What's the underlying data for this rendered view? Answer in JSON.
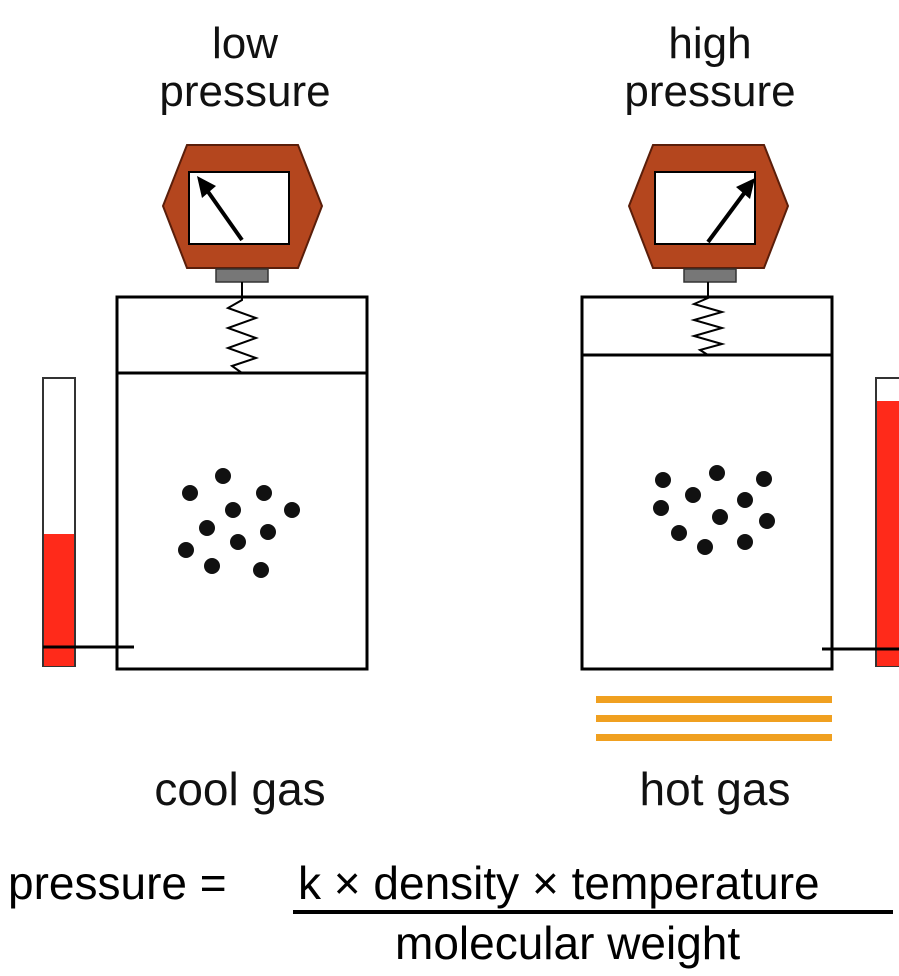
{
  "left": {
    "pressure_label": "low\npressure",
    "caption": "cool gas"
  },
  "right": {
    "pressure_label": "high\npressure",
    "caption": "hot gas"
  },
  "equation": {
    "lhs": "pressure =",
    "numerator": "k × density × temperature",
    "denominator": "molecular weight"
  },
  "colors": {
    "gauge_body": "#b4461e",
    "thermometer_fill": "#ff2a1a",
    "heat_lines": "#f0a020",
    "molecule": "#111111"
  },
  "thermometer_level": {
    "left": 0.46,
    "right": 0.92
  },
  "gauge_needle": {
    "left": "pointing up-left (low)",
    "right": "pointing up-right (high)"
  },
  "icons": [
    "pressure-gauge-icon",
    "spring-icon",
    "thermometer-icon",
    "flame-heat-lines-icon"
  ]
}
